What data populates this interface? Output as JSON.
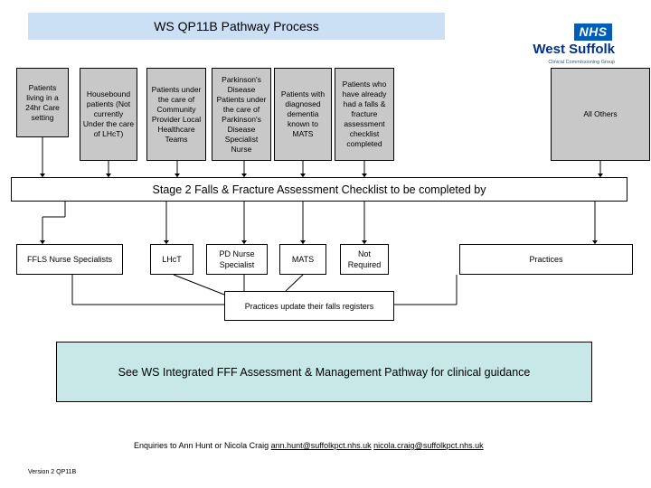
{
  "title": "WS QP11B Pathway Process",
  "logo": {
    "badge": "NHS",
    "name": "West Suffolk",
    "subtitle": "Clinical Commissioning Group"
  },
  "patient_groups": [
    "Patients living in a 24hr Care setting",
    "Housebound patients (Not currently Under the care of LHcT)",
    "Patients under the care of Community Provider Local Healthcare Teams",
    "Parkinson's Disease Patients under the care of Parkinson's Disease Specialist Nurse",
    "Patients with diagnosed dementia known to MATS",
    "Patients who have already had a falls & fracture assessment checklist completed",
    "All Others"
  ],
  "stage2": "Stage 2 Falls & Fracture Assessment Checklist to be completed by",
  "assessors": [
    "FFLS Nurse Specialists",
    "LHcT",
    "PD Nurse Specialist",
    "MATS",
    "Not Required",
    "Practices"
  ],
  "practices_update": "Practices update their falls registers",
  "guidance": "See WS Integrated FFF Assessment & Management Pathway for clinical guidance",
  "enquiries": {
    "text": "Enquiries to Ann Hunt or Nicola Craig",
    "email1": "ann.hunt@suffolkpct.nhs.uk",
    "email2": "nicola.craig@suffolkpct.nhs.uk"
  },
  "version": "Version 2 QP11B"
}
